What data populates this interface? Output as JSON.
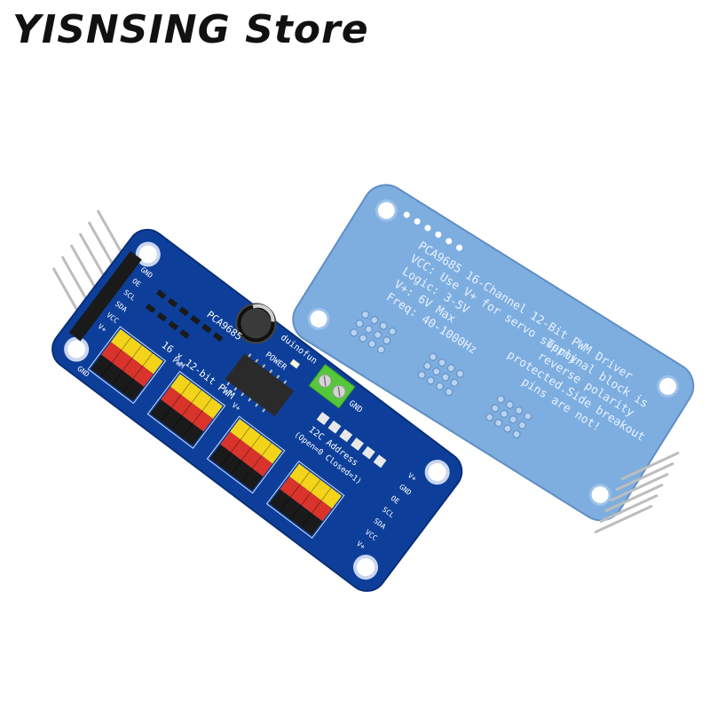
{
  "header": {
    "store_name": "YISNSING Store"
  },
  "colors": {
    "board_front": "#0d3f9a",
    "board_back": "#7eaee0",
    "silkscreen": "#ffffff",
    "header_yellow": "#f4d41a",
    "header_red": "#d8342c",
    "header_black": "#1a1a1a",
    "terminal_green": "#55c83a",
    "pin_silver": "#bdbdbd"
  },
  "front_board": {
    "chip_label": "PCA9685",
    "subtitle": "16 x 12-bit PWM",
    "brand": "duinofun",
    "power_label": "POWER",
    "left_pins": [
      "GND",
      "OE",
      "SCL",
      "SDA",
      "VCC",
      "V+"
    ],
    "right_pins": [
      "V+",
      "GND",
      "OE",
      "SCL",
      "SDA",
      "VCC",
      "V+"
    ],
    "address_label": "I2C Address",
    "address_note": "(Open=0 Closed=1)",
    "terminal_label": "GND",
    "row_labels": [
      "PWM",
      "V+",
      "GND"
    ]
  },
  "back_board": {
    "lines": [
      "PCA9685 16-Channel 12-Bit PWM Driver",
      "VCC: Use V+ for servo supply",
      "Logic: 3-5V",
      "V+: 6V Max",
      "Freq: 40-1000Hz",
      "Terminal block is",
      "reverse polarity",
      "protected.Side breakout",
      "pins are not!"
    ]
  }
}
